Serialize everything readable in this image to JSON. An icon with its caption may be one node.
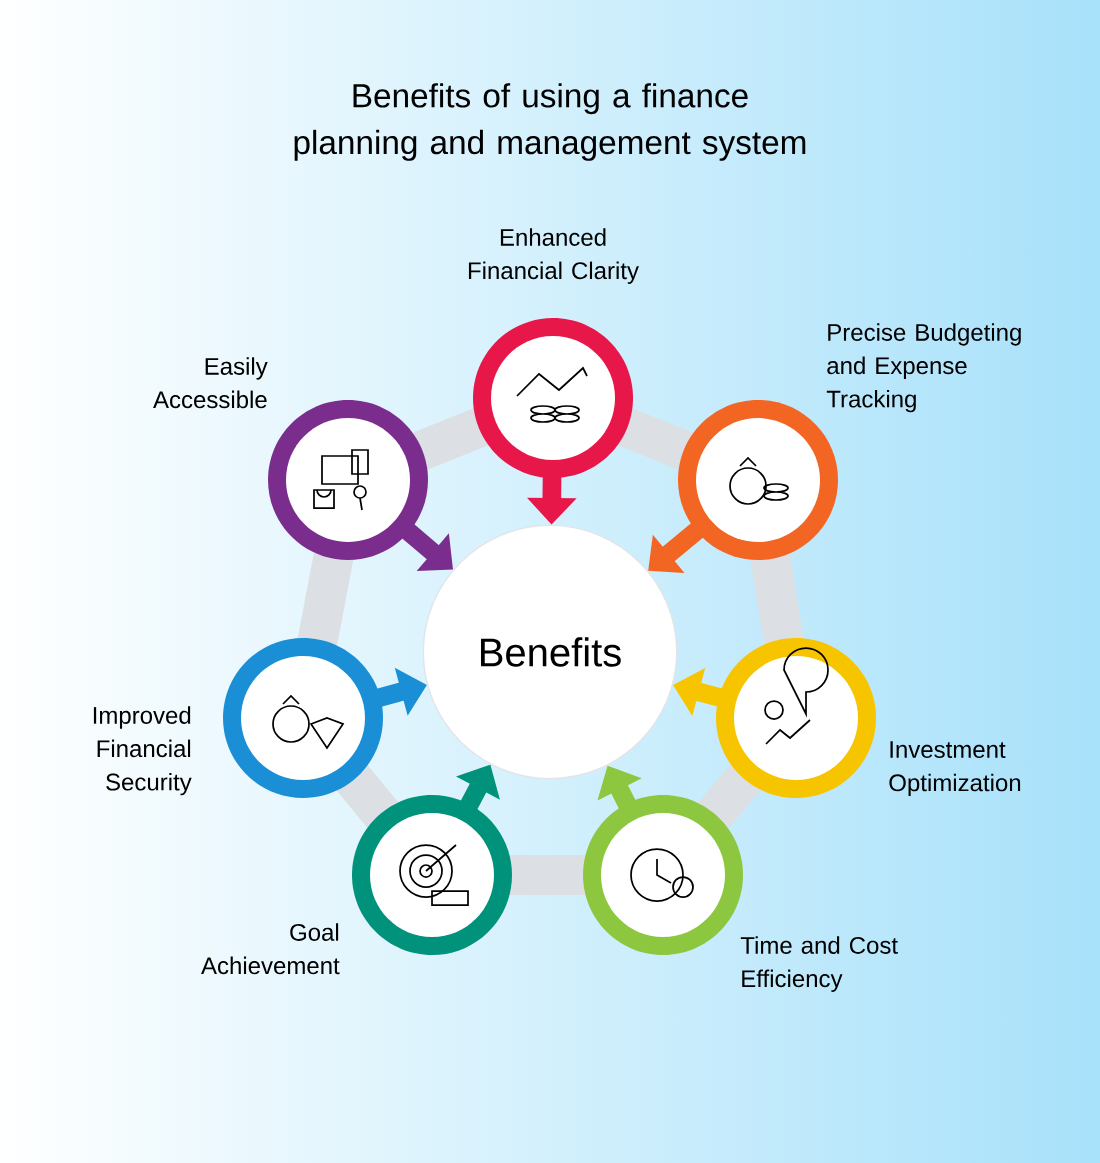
{
  "diagram": {
    "title": "Benefits of using a finance planning and management system",
    "nodes": [
      {
        "text": [
          "Benefits"
        ]
      },
      {
        "text": [
          "Enhanced Financial Clarity"
        ]
      },
      {
        "text": [
          "Precise Budgeting and Expense Tracking"
        ]
      },
      {
        "text": [
          "Investment Optimization"
        ]
      },
      {
        "text": [
          "Time and Cost Efficiency"
        ]
      },
      {
        "text": [
          "Goal Achievement"
        ]
      },
      {
        "text": [
          "Improved Financial Security"
        ]
      },
      {
        "text": [
          "Easily Accessible"
        ]
      }
    ],
    "edges": [
      {
        "from": 1,
        "to": 0,
        "arrow": "to",
        "color": "#e8174a"
      },
      {
        "from": 2,
        "to": 0,
        "arrow": "to",
        "color": "#f26522"
      },
      {
        "from": 3,
        "to": 0,
        "arrow": "to",
        "color": "#f7c400"
      },
      {
        "from": 4,
        "to": 0,
        "arrow": "to",
        "color": "#8dc63f"
      },
      {
        "from": 5,
        "to": 0,
        "arrow": "to",
        "color": "#00927a"
      },
      {
        "from": 6,
        "to": 0,
        "arrow": "to",
        "color": "#1a8fd6"
      },
      {
        "from": 7,
        "to": 0,
        "arrow": "to",
        "color": "#7b2d8e"
      },
      {
        "from": 1,
        "to": 2,
        "arrow": "none",
        "style": "thick",
        "color": "#dce0e4"
      },
      {
        "from": 2,
        "to": 3,
        "arrow": "none",
        "style": "thick",
        "color": "#dce0e4"
      },
      {
        "from": 3,
        "to": 4,
        "arrow": "none",
        "style": "thick",
        "color": "#dce0e4"
      },
      {
        "from": 4,
        "to": 5,
        "arrow": "none",
        "style": "thick",
        "color": "#dce0e4"
      },
      {
        "from": 5,
        "to": 6,
        "arrow": "none",
        "style": "thick",
        "color": "#dce0e4"
      },
      {
        "from": 6,
        "to": 7,
        "arrow": "none",
        "style": "thick",
        "color": "#dce0e4"
      },
      {
        "from": 7,
        "to": 1,
        "arrow": "none",
        "style": "thick",
        "color": "#dce0e4"
      }
    ]
  }
}
